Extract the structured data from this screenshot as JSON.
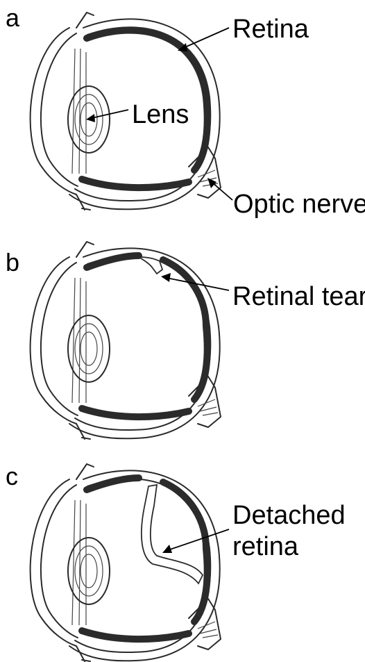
{
  "panels": [
    {
      "letter": "a",
      "labels": {
        "retina": "Retina",
        "lens": "Lens",
        "optic_nerve": "Optic nerve"
      }
    },
    {
      "letter": "b",
      "labels": {
        "tear": "Retinal tear"
      }
    },
    {
      "letter": "c",
      "labels": {
        "detached_line1": "Detached",
        "detached_line2": "retina"
      }
    }
  ],
  "colors": {
    "retina": "#2b2b2b",
    "outline": "#2a2a2a",
    "background": "#ffffff"
  }
}
